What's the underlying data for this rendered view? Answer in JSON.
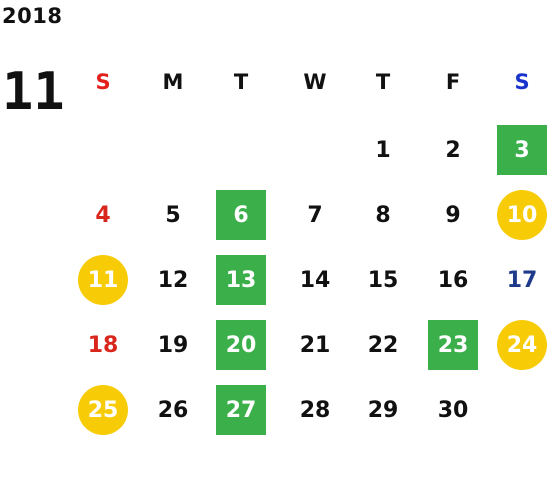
{
  "calendar": {
    "year": "2018",
    "month": "11",
    "weekday_headers": [
      {
        "label": "S",
        "color": "#e3201b"
      },
      {
        "label": "M",
        "color": "#111111"
      },
      {
        "label": "T",
        "color": "#111111"
      },
      {
        "label": "W",
        "color": "#111111"
      },
      {
        "label": "T",
        "color": "#111111"
      },
      {
        "label": "F",
        "color": "#111111"
      },
      {
        "label": "S",
        "color": "#1a33cc"
      }
    ],
    "colors": {
      "green_highlight": "#3aaf4a",
      "yellow_highlight": "#f7cc07",
      "sunday_text": "#d9261c",
      "saturday_text": "#1f3a8a"
    },
    "weeks": [
      [
        {
          "day": ""
        },
        {
          "day": ""
        },
        {
          "day": ""
        },
        {
          "day": ""
        },
        {
          "day": "1"
        },
        {
          "day": "2"
        },
        {
          "day": "3",
          "highlight": "green"
        }
      ],
      [
        {
          "day": "4",
          "tone": "sun"
        },
        {
          "day": "5"
        },
        {
          "day": "6",
          "highlight": "green"
        },
        {
          "day": "7"
        },
        {
          "day": "8"
        },
        {
          "day": "9"
        },
        {
          "day": "10",
          "highlight": "yellow"
        }
      ],
      [
        {
          "day": "11",
          "highlight": "yellow"
        },
        {
          "day": "12"
        },
        {
          "day": "13",
          "highlight": "green"
        },
        {
          "day": "14"
        },
        {
          "day": "15"
        },
        {
          "day": "16"
        },
        {
          "day": "17",
          "tone": "sat"
        }
      ],
      [
        {
          "day": "18",
          "tone": "sun"
        },
        {
          "day": "19"
        },
        {
          "day": "20",
          "highlight": "green"
        },
        {
          "day": "21"
        },
        {
          "day": "22"
        },
        {
          "day": "23",
          "highlight": "green"
        },
        {
          "day": "24",
          "highlight": "yellow"
        }
      ],
      [
        {
          "day": "25",
          "highlight": "yellow"
        },
        {
          "day": "26"
        },
        {
          "day": "27",
          "highlight": "green"
        },
        {
          "day": "28"
        },
        {
          "day": "29"
        },
        {
          "day": "30"
        },
        {
          "day": ""
        }
      ]
    ]
  }
}
